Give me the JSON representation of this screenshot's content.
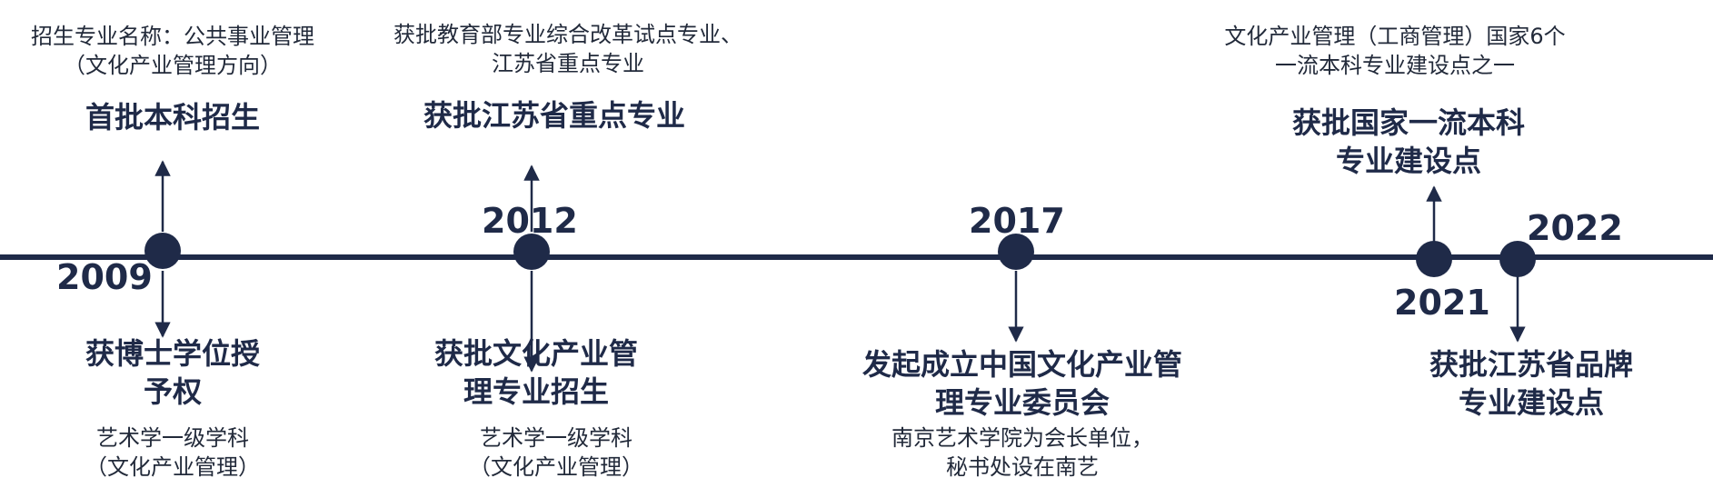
{
  "colors": {
    "axis": "#1f2a48",
    "node": "#1f2a48",
    "text": "#1f2a48"
  },
  "events": [
    {
      "id": "2009",
      "year": "2009",
      "above_desc": [
        "招生专业名称：公共事业管理",
        "（文化产业管理方向）"
      ],
      "above_title": [
        "首批本科招生"
      ],
      "below_title": [
        "获博士学位授",
        "予权"
      ],
      "below_desc": [
        "艺术学一级学科",
        "（文化产业管理）"
      ]
    },
    {
      "id": "2012",
      "year": "2012",
      "above_desc": [
        "获批教育部专业综合改革试点专业、",
        "江苏省重点专业"
      ],
      "above_title": [
        "获批江苏省重点专业"
      ],
      "below_title": [
        "获批文化产业管",
        "理专业招生"
      ],
      "below_desc": [
        "艺术学一级学科",
        "（文化产业管理）"
      ]
    },
    {
      "id": "2017",
      "year": "2017",
      "below_title": [
        "发起成立中国文化产业管",
        "理专业委员会"
      ],
      "below_desc": [
        "南京艺术学院为会长单位，",
        "秘书处设在南艺"
      ]
    },
    {
      "id": "2021",
      "year": "2021",
      "above_desc": [
        "文化产业管理（工商管理）国家6个",
        "一流本科专业建设点之一"
      ],
      "above_title": [
        "获批国家一流本科",
        "专业建设点"
      ]
    },
    {
      "id": "2022",
      "year": "2022",
      "below_title": [
        "获批江苏省品牌",
        "专业建设点"
      ]
    }
  ]
}
